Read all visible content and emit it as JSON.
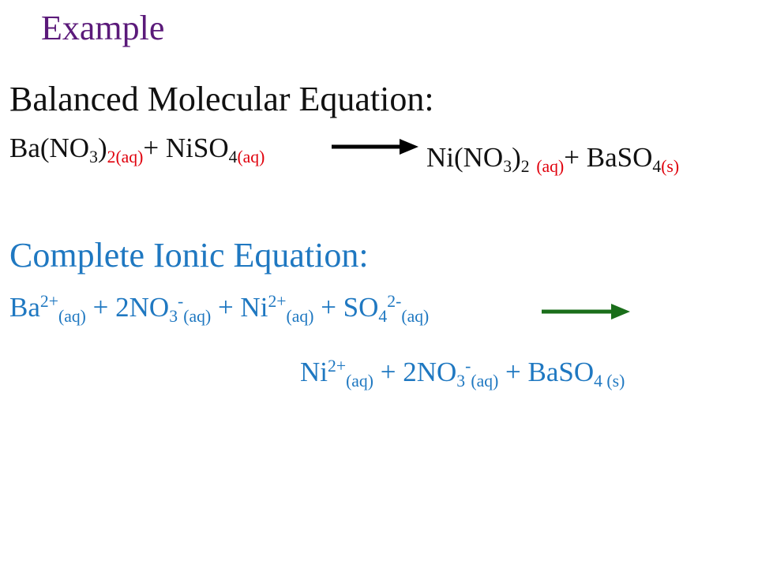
{
  "title": "Example",
  "molecular": {
    "heading": "Balanced Molecular Equation:",
    "reactants": {
      "r1_base": "Ba(NO",
      "r1_sub": "3",
      "r1_close": ")",
      "r1_coef_sub": "2",
      "r1_state": "(aq)",
      "plus1": "+ NiSO",
      "r2_sub": "4",
      "r2_state": "(aq)"
    },
    "products": {
      "p1_base": "Ni(NO",
      "p1_sub": "3",
      "p1_close": ")",
      "p1_coef_sub": "2",
      "p1_state": "(aq)",
      "plus1": "+ BaSO",
      "p2_sub": "4",
      "p2_state": "(s)"
    },
    "arrow_color": "#000000",
    "state_color": "#e0000c"
  },
  "ionic": {
    "heading": "Complete Ionic Equation:",
    "reactants": {
      "t1": "Ba",
      "t1_charge": "2+",
      "t1_state": "(aq)",
      "t2": "+ 2NO",
      "t2_sub": "3",
      "t2_charge": "-",
      "t2_state": "(aq)",
      "t3": "+ Ni",
      "t3_charge": "2+",
      "t3_state": "(aq)",
      "t4": "+ SO",
      "t4_sub": "4",
      "t4_charge": "2-",
      "t4_state": "(aq)"
    },
    "products": {
      "t1": "Ni",
      "t1_charge": "2+",
      "t1_state": "(aq)",
      "t2": "+ 2NO",
      "t2_sub": "3",
      "t2_charge": "-",
      "t2_state": "(aq)",
      "t3": "+ BaSO",
      "t3_sub": "4 (s)"
    },
    "text_color": "#1f78c1",
    "arrow_color": "#1a6e1a"
  }
}
